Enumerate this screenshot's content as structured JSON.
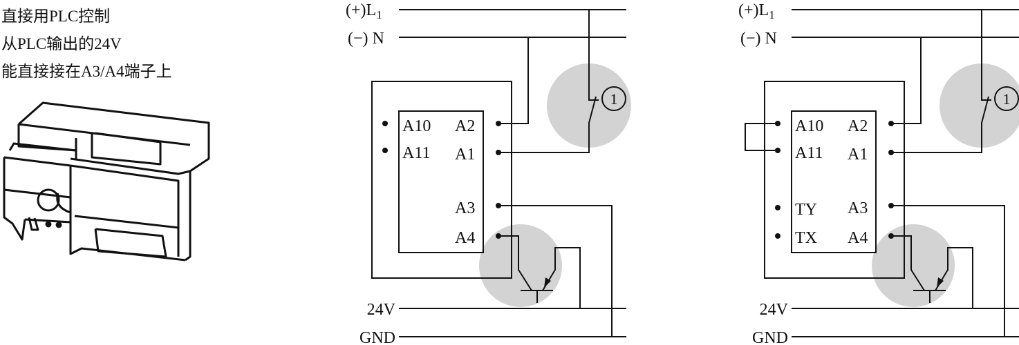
{
  "note": {
    "lines": [
      "直接用PLC控制",
      "从PLC输出的24V",
      "能直接接在A3/A4端子上"
    ]
  },
  "rails": {
    "l1": "(+)L",
    "l1_sub": "1",
    "n": "(−) N",
    "v24": "24V",
    "gnd": "GND"
  },
  "terminals": {
    "a10": "A10",
    "a11": "A11",
    "a2": "A2",
    "a1": "A1",
    "a3": "A3",
    "a4": "A4",
    "ty": "TY",
    "tx": "TX"
  },
  "contact_marker": "1",
  "colors": {
    "highlight": "#d3d3d3",
    "line": "#111111"
  }
}
